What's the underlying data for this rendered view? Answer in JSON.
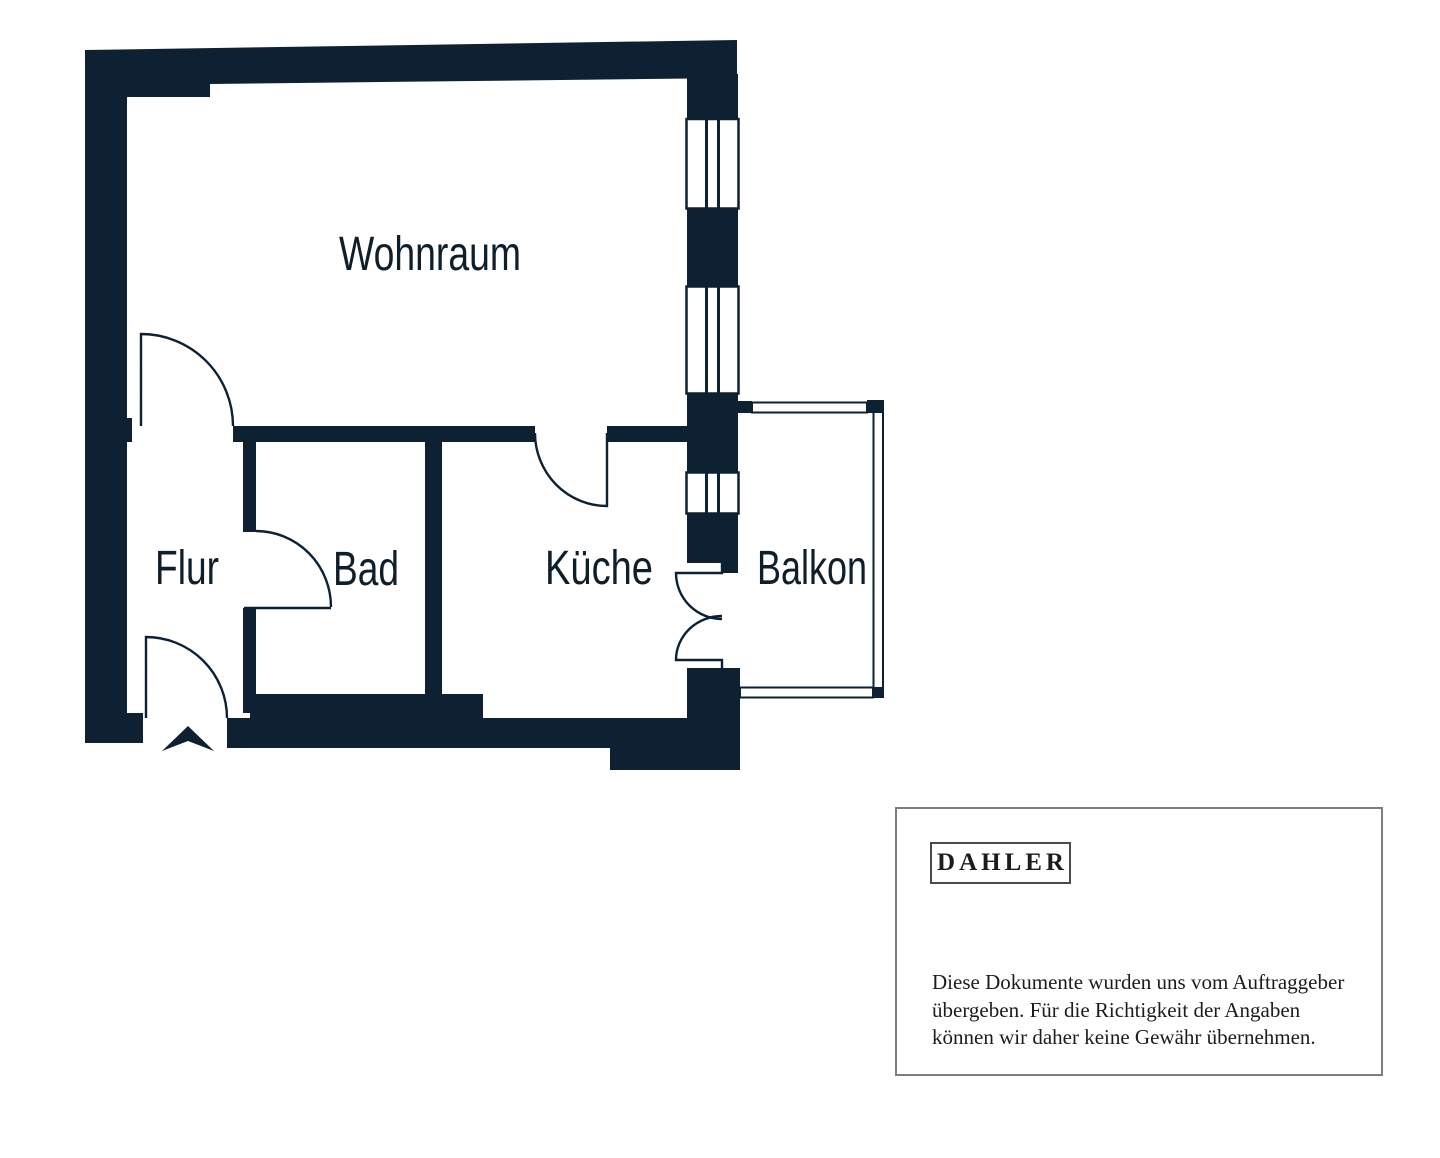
{
  "floor_plan": {
    "wall_color": "#0d2133",
    "labels": {
      "wohnraum": "Wohnraum",
      "flur": "Flur",
      "bad": "Bad",
      "kueche": "Küche",
      "balkon": "Balkon"
    }
  },
  "disclaimer": {
    "logo": "DAHLER",
    "lines": [
      "Diese Dokumente wurden uns vom Auftraggeber",
      "übergeben. Für die Richtigkeit der Angaben",
      "können wir daher keine Gewähr übernehmen."
    ]
  }
}
